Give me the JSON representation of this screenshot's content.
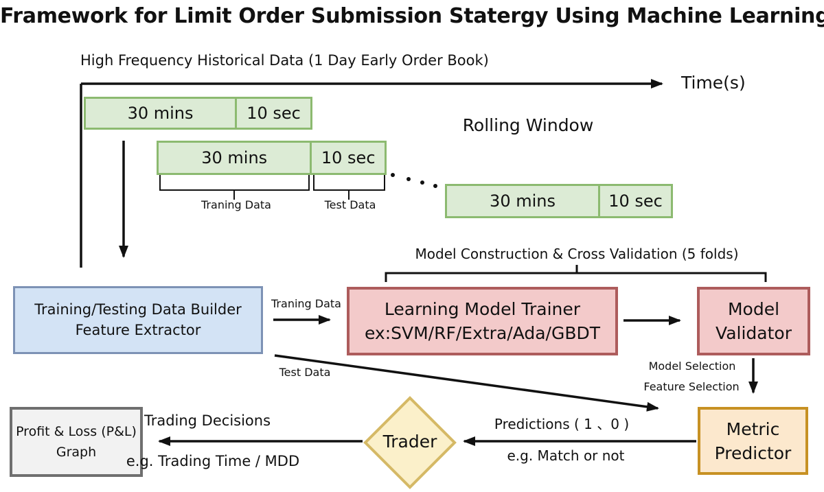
{
  "title": "Framework for Limit Order Submission Statergy Using Machine Learning",
  "timeline": {
    "header": "High Frequency Historical Data (1 Day Early Order Book)",
    "axis_label": "Time(s)",
    "rolling_window": "Rolling Window",
    "bars": [
      {
        "train": "30 mins",
        "test": "10 sec"
      },
      {
        "train": "30 mins",
        "test": "10 sec"
      },
      {
        "train": "30 mins",
        "test": "10 sec"
      }
    ],
    "train_label": "Traning Data",
    "test_label": "Test Data"
  },
  "cross_validation_label": "Model Construction & Cross Validation (5 folds)",
  "nodes": {
    "data_builder": {
      "line1": "Training/Testing Data Builder",
      "line2": "Feature Extractor"
    },
    "model_trainer": {
      "line1": "Learning Model Trainer",
      "line2": "ex:SVM/RF/Extra/Ada/GBDT"
    },
    "model_validator": {
      "line1": "Model",
      "line2": "Validator"
    },
    "metric_predictor": {
      "line1": "Metric",
      "line2": "Predictor"
    },
    "trader": "Trader",
    "pnl": {
      "line1": "Profit & Loss (P&L)",
      "line2": "Graph"
    }
  },
  "edge_labels": {
    "traning_data": "Traning Data",
    "test_data": "Test Data",
    "model_selection": "Model Selection",
    "feature_selection": "Feature Selection",
    "predictions": "Predictions ( 1 、0 )",
    "match_or_not": "e.g. Match or not",
    "trading_decisions": "Trading Decisions",
    "trading_time": "e.g. Trading Time / MDD"
  },
  "colors": {
    "window_fill": "#dcebd5",
    "window_border": "#8cba70",
    "builder_fill": "#d3e3f5",
    "builder_border": "#7d92b5",
    "trainer_fill": "#f3caca",
    "trainer_border": "#ad5c5c",
    "predictor_fill": "#fce8cd",
    "predictor_border": "#c79123",
    "trader_fill": "#fbf0ca",
    "trader_border": "#d5b966",
    "pnl_fill": "#f2f2f2",
    "pnl_border": "#6f6f6f",
    "line": "#111111"
  }
}
